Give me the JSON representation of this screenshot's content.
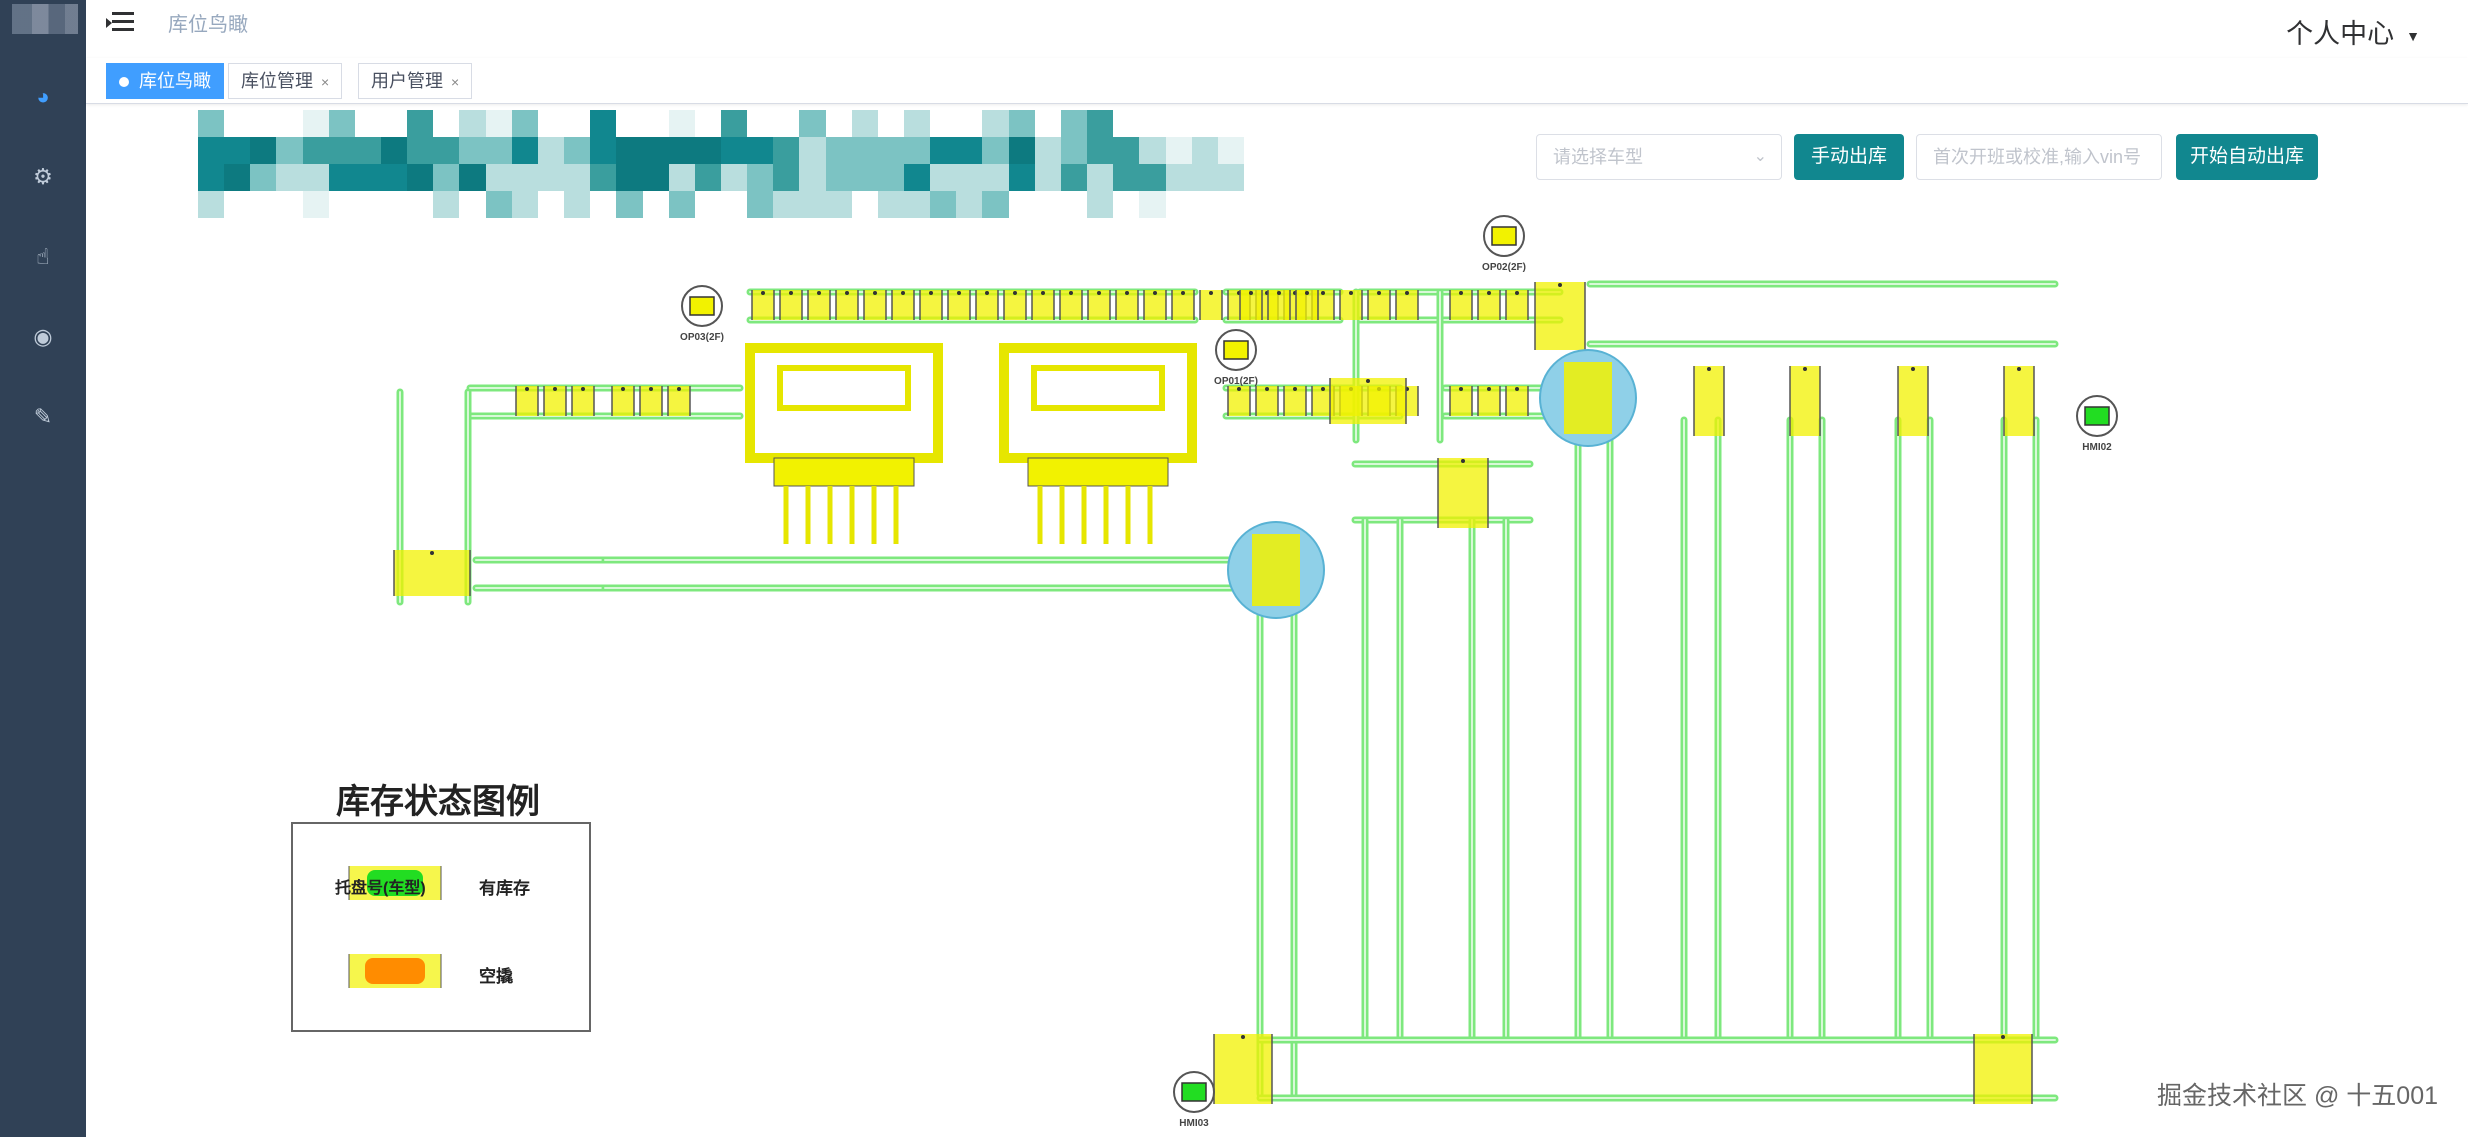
{
  "sidebar": {
    "icons": [
      "dashboard-icon",
      "gear-icon",
      "hand-pointer-icon",
      "target-icon",
      "edit-icon"
    ]
  },
  "navbar": {
    "breadcrumb": "库位鸟瞰",
    "user_center": "个人中心"
  },
  "tags": [
    {
      "label": "库位鸟瞰",
      "active": true
    },
    {
      "label": "库位管理",
      "close": "×"
    },
    {
      "label": "用户管理",
      "close": "×"
    }
  ],
  "controls": {
    "vehicle_select_placeholder": "请选择车型",
    "manual_out_button": "手动出库",
    "vin_placeholder": "首次开班或校准,输入vin号",
    "auto_out_button": "开始自动出库"
  },
  "map": {
    "station_labels": [
      "OP03(2F)",
      "OP02(2F)",
      "OP01(2F)",
      "HMI02",
      "HMI03"
    ],
    "colors": {
      "track": "#7ee87e",
      "carrier": "#f2f200",
      "turntable": "#8fd0e8",
      "stock": "#22dd22",
      "empty": "#ff8c00"
    }
  },
  "legend": {
    "title": "库存状态图例",
    "stock_label": "有库存",
    "stock_sample": "托盘号(车型)",
    "empty_label": "空撬"
  },
  "watermark": "掘金技术社区 @ 十五001"
}
